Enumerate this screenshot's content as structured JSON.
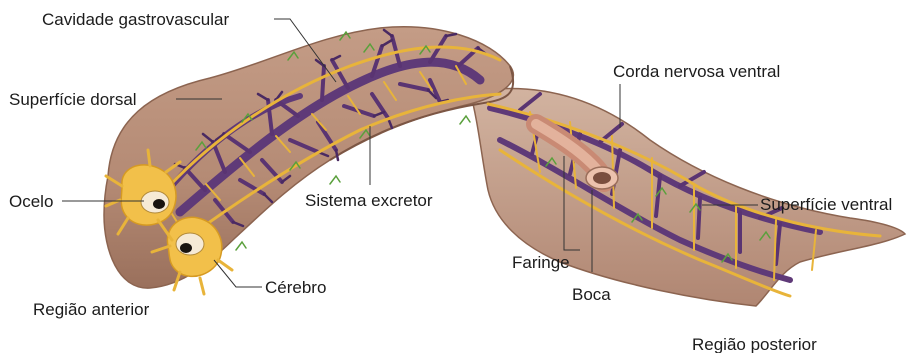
{
  "labels": {
    "gastrovascular": "Cavidade gastrovascular",
    "dorsal_surface": "Superfície dorsal",
    "ocelo": "Ocelo",
    "excretor": "Sistema excretor",
    "cerebro": "Cérebro",
    "anterior": "Região anterior",
    "nerve_cord": "Corda nervosa ventral",
    "ventral_surface": "Superfície ventral",
    "faringe": "Faringe",
    "boca": "Boca",
    "posterior": "Região posterior"
  },
  "colors": {
    "body": "#b48a74",
    "body_edge": "#8c6450",
    "gut": "#5f3a78",
    "gut_dark": "#4a2a62",
    "nerve": "#e8b43a",
    "excretory": "#5aa03c",
    "ganglion": "#f2c04a"
  }
}
